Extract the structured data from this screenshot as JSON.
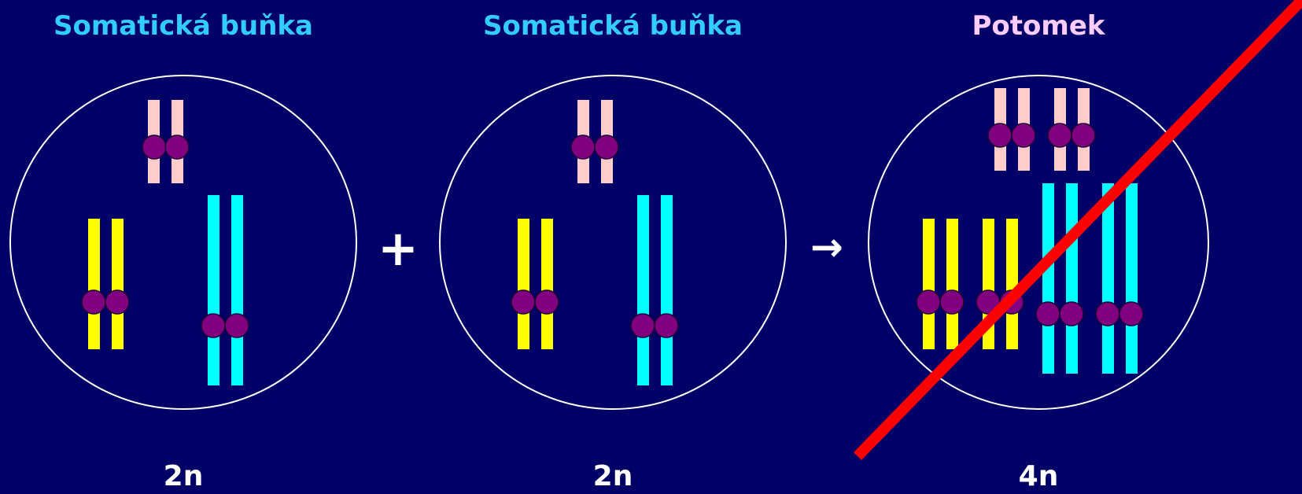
{
  "cells": [
    {
      "title": "Somatická buňka",
      "ploidy": "2n",
      "title_color": "#33ccff"
    },
    {
      "title": "Somatická buňka",
      "ploidy": "2n",
      "title_color": "#33ccff"
    },
    {
      "title": "Potomek",
      "ploidy": "4n",
      "title_color": "#ffccff"
    }
  ],
  "operators": {
    "plus": "+",
    "arrow": "→"
  },
  "crossed_out_cell": "Potomek",
  "colors": {
    "background": "#000066",
    "chromosome_pink": "#ffcccc",
    "chromosome_yellow": "#ffff00",
    "chromosome_cyan": "#00ffff",
    "centromere": "#800080",
    "cell_outline": "#ffffff",
    "strike_line": "#ff0000"
  }
}
